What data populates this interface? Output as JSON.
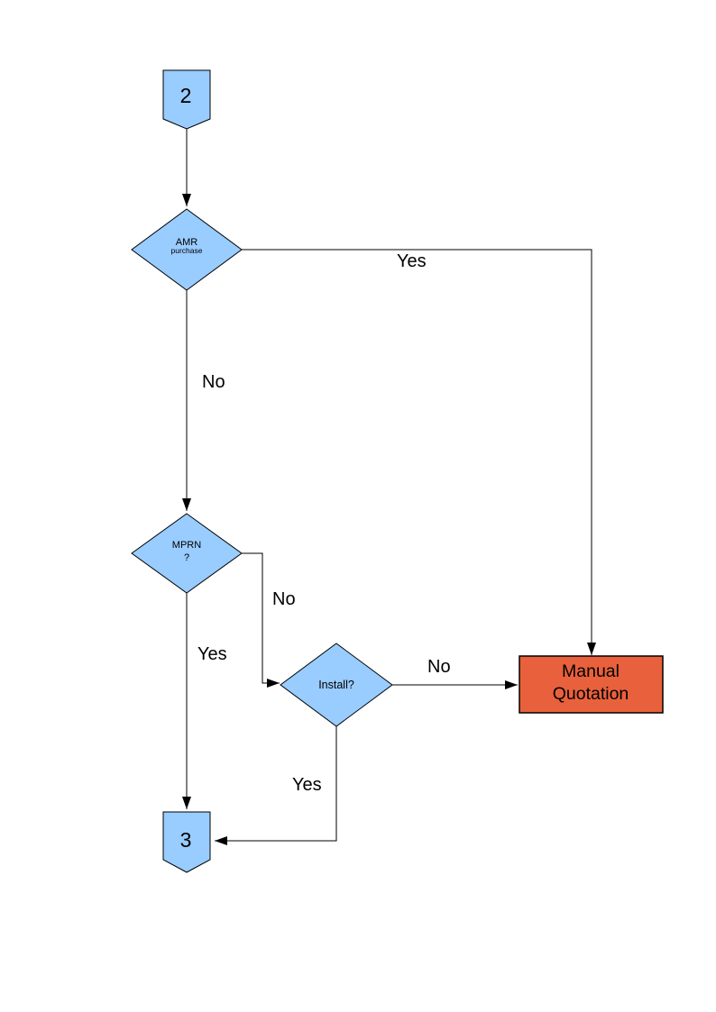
{
  "page": {
    "background": "#ffffff"
  },
  "diagram": {
    "type": "flowchart",
    "colors": {
      "node_fill": "#99ccff",
      "node_stroke": "#000000",
      "alert_fill": "#e8613c",
      "line": "#000000",
      "text": "#000000"
    },
    "nodes": {
      "connector_2": {
        "label": "2"
      },
      "amr": {
        "line1": "AMR",
        "line2": "purchase"
      },
      "mprn": {
        "line1": "MPRN",
        "line2": "?"
      },
      "install": {
        "label": "Install?"
      },
      "manual_quotation": {
        "line1": "Manual",
        "line2": "Quotation"
      },
      "connector_3": {
        "label": "3"
      }
    },
    "edge_labels": {
      "amr_yes": "Yes",
      "amr_no": "No",
      "mprn_no": "No",
      "mprn_yes": "Yes",
      "install_no": "No",
      "install_yes": "Yes"
    }
  }
}
